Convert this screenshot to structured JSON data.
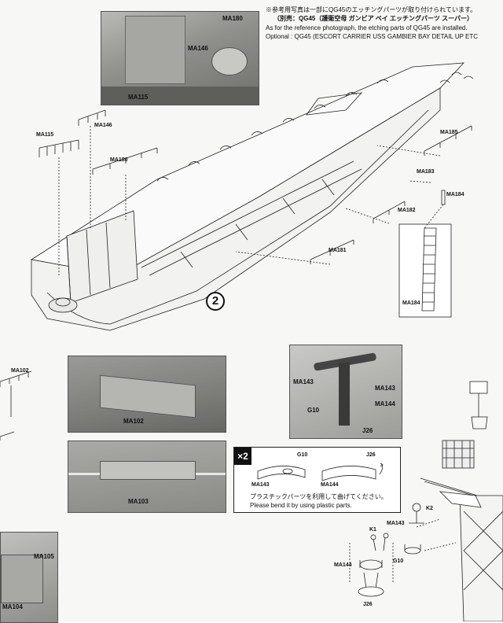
{
  "notes": {
    "jp_line1": "※参考用写真は一部にQG45のエッチングパーツが取り付けられています。",
    "jp_line2": "（別売：QG45（護衛空母 ガンビア ベイ エッチングパーツ スーパー）",
    "en_line1": "As for the reference photograph, the etching parts of QG45 are installed.",
    "en_line2": "Optional : QG45 (ESCORT CARRIER USS GAMBIER BAY DETAIL UP ETC"
  },
  "step_number": "2",
  "photo_top_labels": {
    "ma180": "MA180",
    "ma146": "MA146",
    "ma115": "MA115"
  },
  "main_labels": {
    "ma115": "MA115",
    "ma146": "MA146",
    "ma180": "MA180",
    "ma185": "MA185",
    "ma183": "MA183",
    "ma184_top": "MA184",
    "ma182": "MA182",
    "ma181": "MA181",
    "ma184_detail": "MA184"
  },
  "left_labels": {
    "ma102": "MA102"
  },
  "photo_ma102_label": "MA102",
  "photo_ma103_label": "MA103",
  "photo_bottom_labels": {
    "ma105": "MA105",
    "ma104": "MA104"
  },
  "photo_pole_labels": {
    "ma143_left": "MA143",
    "ma143_right": "MA143",
    "g10": "G10",
    "ma144": "MA144",
    "j26": "J26"
  },
  "bend_panel": {
    "multiplier": "×2",
    "g10": "G10",
    "j26": "J26",
    "ma143": "MA143",
    "ma144": "MA144",
    "jp_text": "プラスチックパーツを利用して曲げてください。",
    "en_text": "Please bend it by using plastic parts."
  },
  "mast_labels": {
    "k2": "K2",
    "k1": "K1",
    "ma143": "MA143",
    "g10": "G10",
    "ma144": "MA144",
    "j26": "J26"
  }
}
